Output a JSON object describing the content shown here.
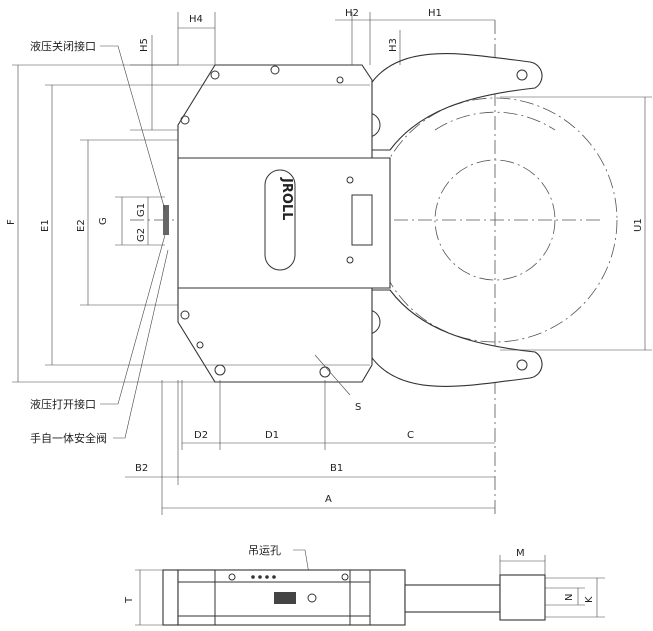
{
  "logo_text": "JROLL",
  "dimensions": {
    "H4": "H4",
    "H2": "H2",
    "H1": "H1",
    "H5": "H5",
    "H3": "H3",
    "F": "F",
    "E1": "E1",
    "E2": "E2",
    "G": "G",
    "G1": "G1",
    "G2": "G2",
    "U1": "U1",
    "D2": "D2",
    "D1": "D1",
    "C": "C",
    "B2": "B2",
    "B1": "B1",
    "A": "A",
    "S": "S",
    "M": "M",
    "T": "T",
    "N": "N",
    "K": "K"
  },
  "callouts": {
    "hydraulic_close_port": "液压关闭接口",
    "hydraulic_open_port": "液压打开接口",
    "safety_valve": "手自一体安全阀",
    "lifting_hole": "吊运孔"
  }
}
